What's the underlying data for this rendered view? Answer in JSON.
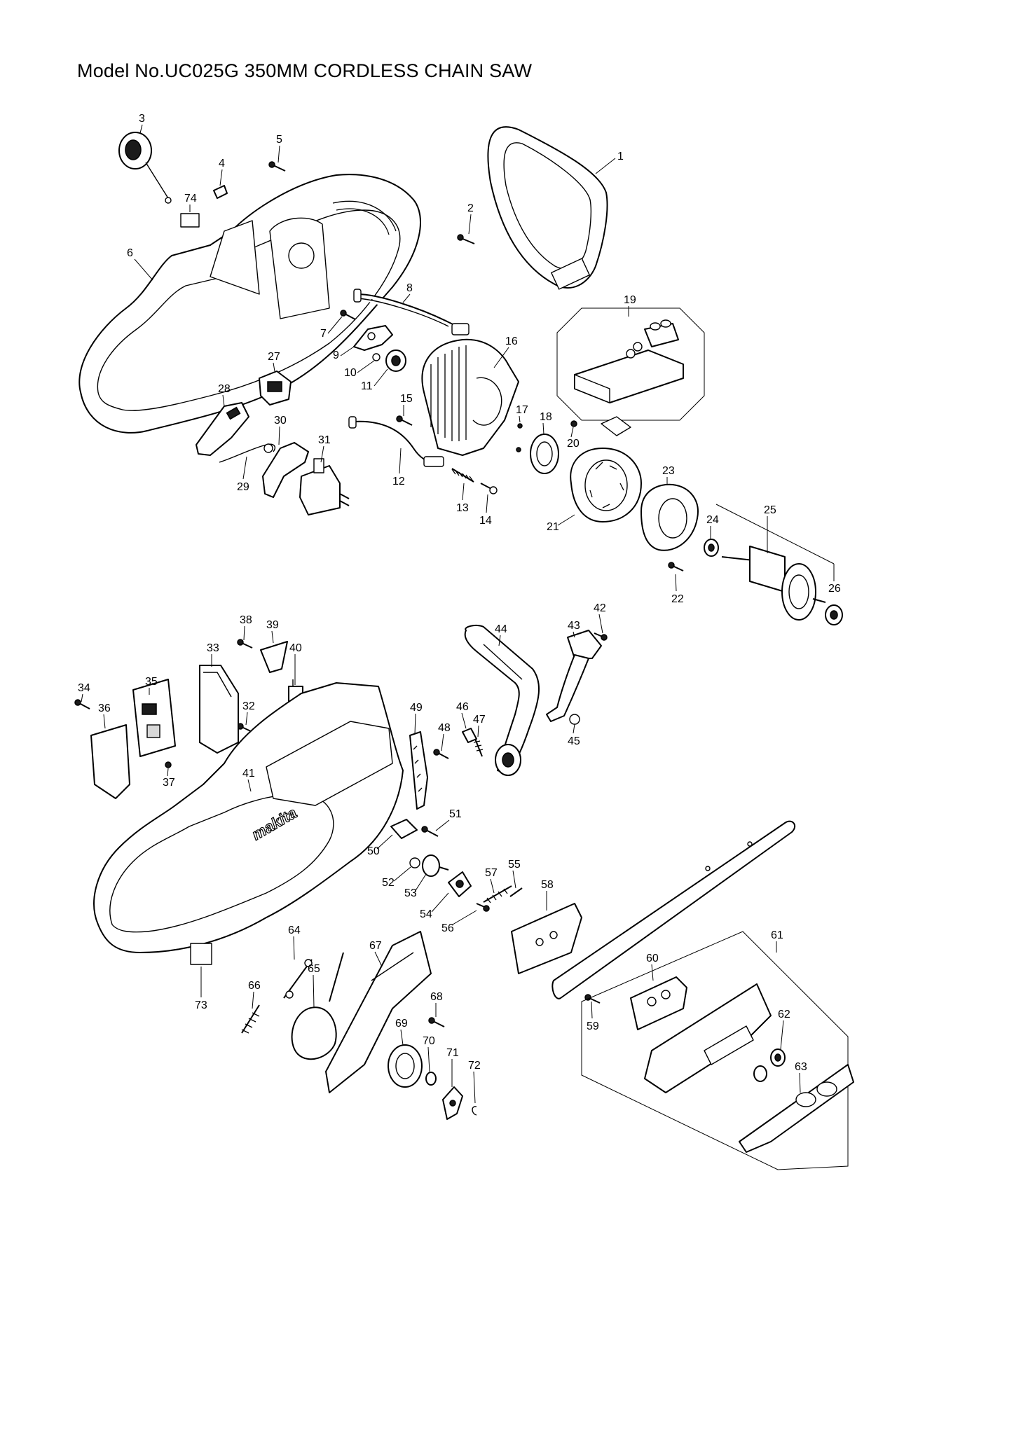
{
  "title": "Model No.UC025G 350MM CORDLESS CHAIN SAW",
  "labels": [
    "1",
    "2",
    "3",
    "4",
    "5",
    "6",
    "7",
    "8",
    "9",
    "10",
    "11",
    "12",
    "13",
    "14",
    "15",
    "16",
    "17",
    "18",
    "19",
    "20",
    "21",
    "22",
    "23",
    "24",
    "25",
    "26",
    "27",
    "28",
    "29",
    "30",
    "31",
    "32",
    "33",
    "34",
    "35",
    "36",
    "37",
    "38",
    "39",
    "40",
    "41",
    "42",
    "43",
    "44",
    "45",
    "46",
    "47",
    "48",
    "49",
    "50",
    "51",
    "52",
    "53",
    "54",
    "55",
    "56",
    "57",
    "58",
    "59",
    "60",
    "61",
    "62",
    "63",
    "64",
    "65",
    "66",
    "67",
    "68",
    "69",
    "70",
    "71",
    "72",
    "73",
    "74"
  ],
  "housing_logo": "makita"
}
